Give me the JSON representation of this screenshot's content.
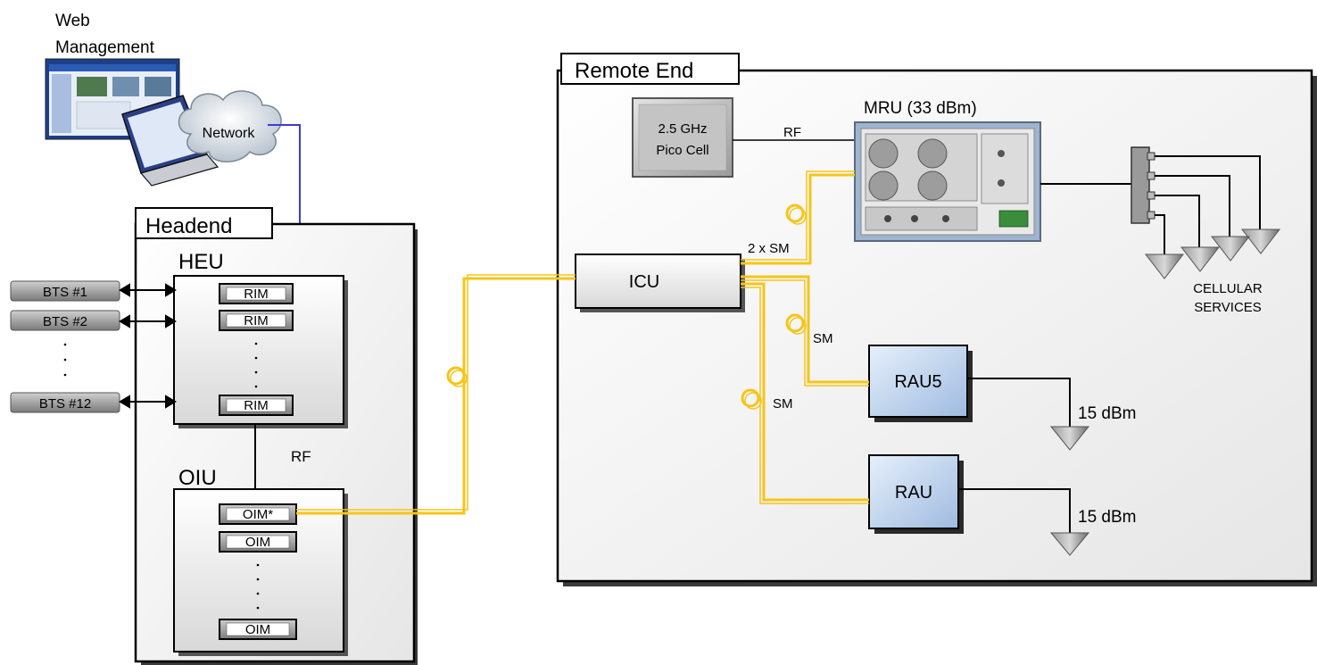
{
  "web_management": {
    "title_line1": "Web",
    "title_line2": "Management",
    "network_label": "Network"
  },
  "headend": {
    "title": "Headend",
    "heu_label": "HEU",
    "oiu_label": "OIU",
    "rim_modules": [
      "RIM",
      "RIM",
      "RIM"
    ],
    "oim_modules": [
      "OIM*",
      "OIM",
      "OIM"
    ],
    "rf_label": "RF",
    "bts_units": [
      "BTS #1",
      "BTS #2",
      "BTS #12"
    ]
  },
  "remote_end": {
    "title": "Remote End",
    "pico_cell_line1": "2.5 GHz",
    "pico_cell_line2": "Pico Cell",
    "rf_label": "RF",
    "mru_label": "MRU (33 dBm)",
    "icu_label": "ICU",
    "sm2_label": "2 x SM",
    "sm_label_rau5": "SM",
    "sm_label_rau": "SM",
    "rau5_label": "RAU5",
    "rau_label": "RAU",
    "rau5_power": "15 dBm",
    "rau_power": "15 dBm",
    "cellular_line1": "CELLULAR",
    "cellular_line2": "SERVICES"
  },
  "colors": {
    "fiber": "#f5c518",
    "network_link": "#3b3bd9",
    "rau_fill": "#c8dcf2",
    "box_border": "#000000"
  }
}
